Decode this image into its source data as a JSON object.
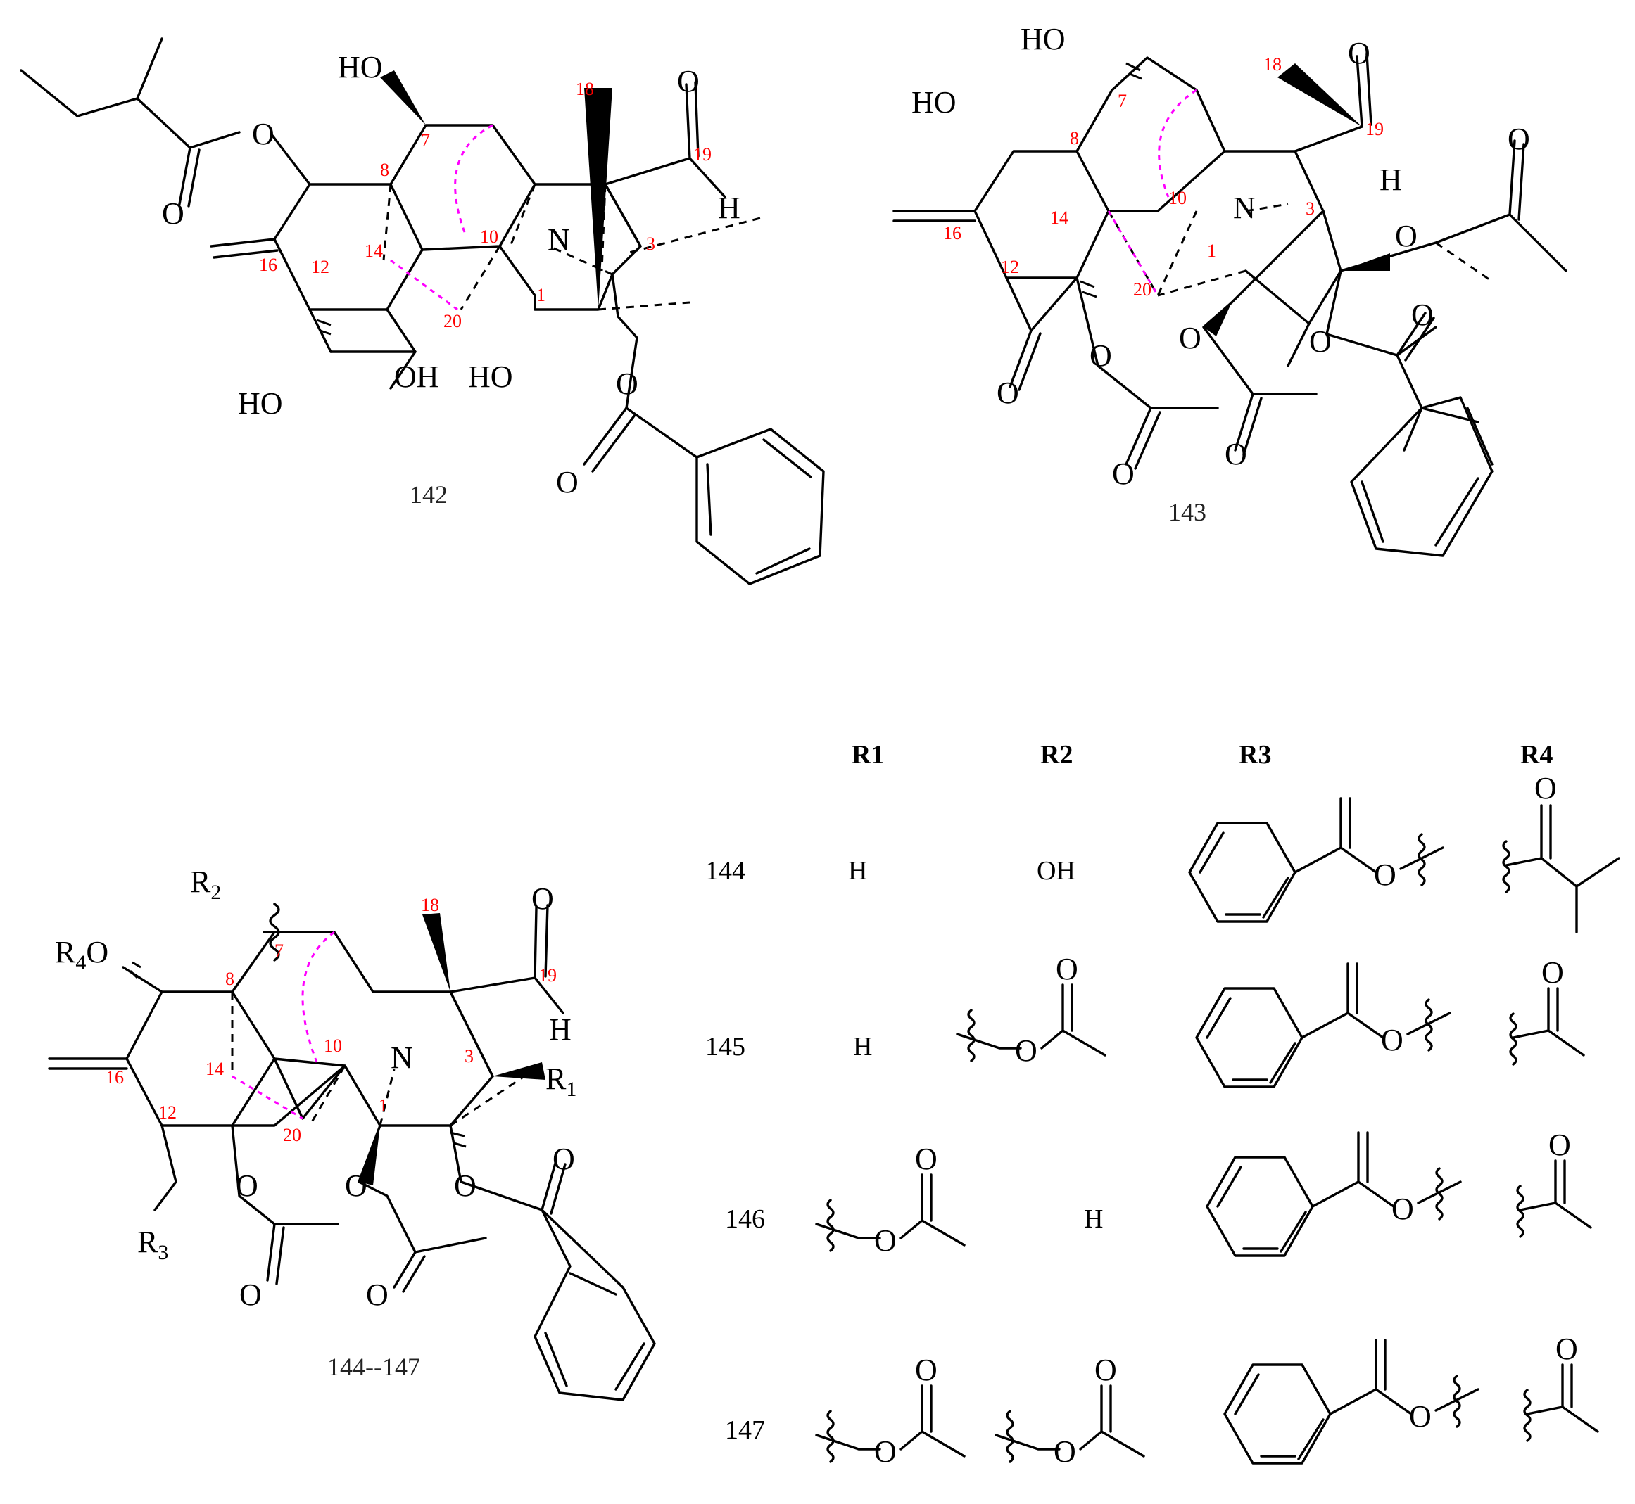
{
  "compounds": {
    "c142": {
      "label": "142",
      "atoms": {
        "ho_7": "HO",
        "o_ester": "O",
        "o_carbonyl": "O",
        "oh_15": "OH",
        "ho_1": "HO",
        "ho_13": "HO",
        "n": "N",
        "o_19": "O",
        "h_19": "H",
        "o_bz": "O",
        "o_bz_c": "O"
      },
      "numbers": {
        "n7": "7",
        "n8": "8",
        "n10": "10",
        "n12": "12",
        "n14": "14",
        "n16": "16",
        "n18": "18",
        "n19": "19",
        "n20": "20",
        "n1": "1",
        "n3": "3"
      }
    },
    "c143": {
      "label": "143",
      "atoms": {
        "ho_7": "HO",
        "ho_15": "HO",
        "n": "N",
        "o_19": "O",
        "h_19": "H",
        "o_3": "O",
        "o_3c": "O",
        "o_13": "O",
        "o_keto": "O",
        "o_ac1": "O",
        "o_1": "O",
        "o_ac2": "O",
        "o_2": "O",
        "o_bz": "O"
      },
      "numbers": {
        "n7": "7",
        "n8": "8",
        "n10": "10",
        "n12": "12",
        "n14": "14",
        "n16": "16",
        "n18": "18",
        "n19": "19",
        "n20": "20",
        "n1": "1",
        "n3": "3"
      }
    },
    "c144_147": {
      "label": "144--147",
      "atoms": {
        "r2": "R",
        "r2_sub": "2",
        "r4": "R",
        "r4_sub": "4",
        "r4_o": "O",
        "r3": "R",
        "r3_sub": "3",
        "r1": "R",
        "r1_sub": "1",
        "n": "N",
        "o_19": "O",
        "h_19": "H",
        "o_a": "O",
        "o_ac_a": "O",
        "o_b": "O",
        "o_ac_b": "O",
        "o_c": "O",
        "o_bz": "O"
      },
      "numbers": {
        "n7": "7",
        "n8": "8",
        "n10": "10",
        "n12": "12",
        "n14": "14",
        "n16": "16",
        "n18": "18",
        "n19": "19",
        "n20": "20",
        "n1": "1",
        "n3": "3"
      }
    }
  },
  "table": {
    "headers": [
      "R1",
      "R2",
      "R3",
      "R4"
    ],
    "rows": [
      {
        "id": "144",
        "R1": "H",
        "R2": "OH",
        "R3": "benzoyloxy",
        "R4": "isobutyryl"
      },
      {
        "id": "145",
        "R1": "H",
        "R2": "acetoxy",
        "R3": "benzoyloxy",
        "R4": "acetyl"
      },
      {
        "id": "146",
        "R1": "acetoxy",
        "R2": "H",
        "R3": "benzoyloxy",
        "R4": "acetyl"
      },
      {
        "id": "147",
        "R1": "acetoxy",
        "R2": "acetoxy",
        "R3": "benzoyloxy",
        "R4": "acetyl"
      }
    ],
    "fragment_atoms": {
      "o": "O"
    }
  },
  "colors": {
    "bond": "#000000",
    "numbering": "#ff0000",
    "bridge": "#ff00ff"
  }
}
